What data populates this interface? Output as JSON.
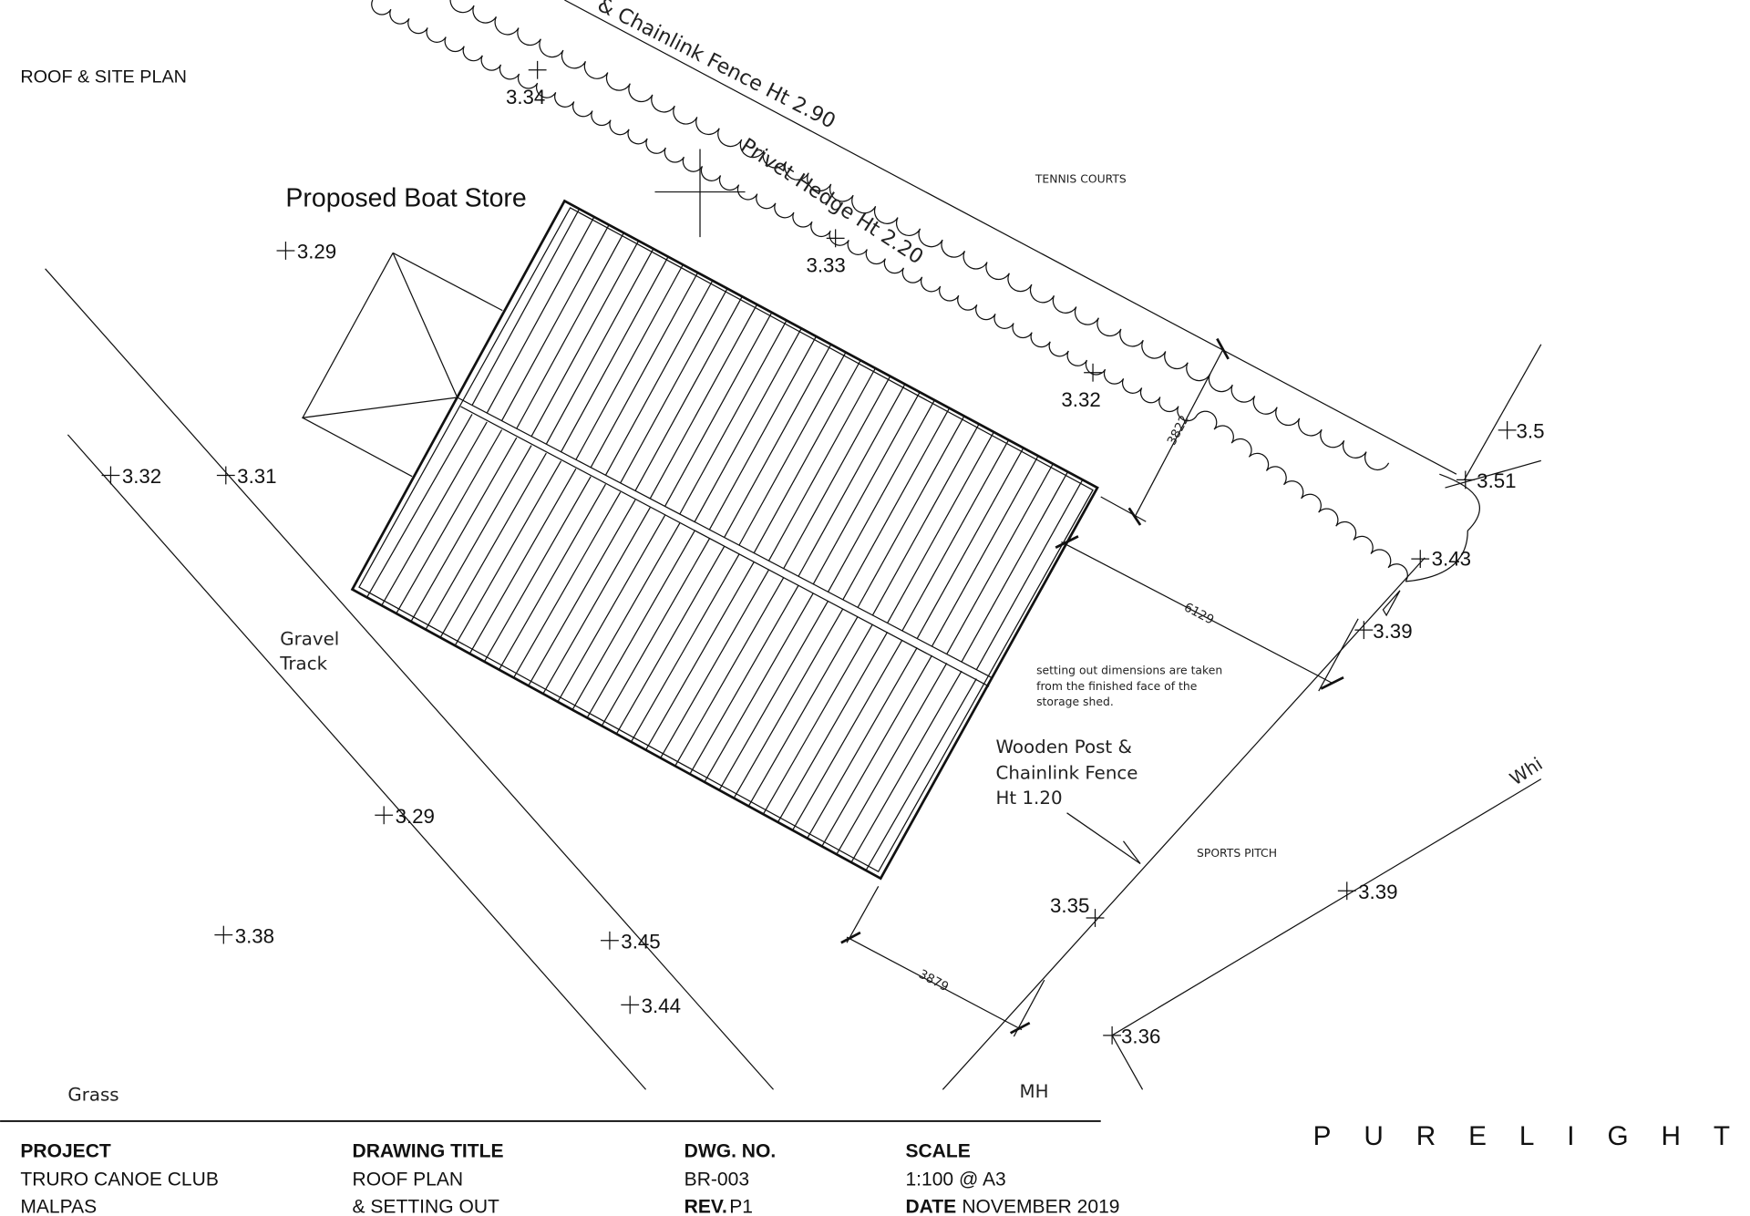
{
  "sheet_title": "ROOF & SITE PLAN",
  "labels": {
    "building": "Proposed Boat Store",
    "fence_top": "& Chainlink Fence Ht 2.90",
    "hedge": "Privet Hedge Ht 2.20",
    "tennis": "TENNIS COURTS",
    "gravel_1": "Gravel",
    "gravel_2": "Track",
    "note_1": "setting out dimensions are taken",
    "note_2": "from the finished face of the",
    "note_3": "storage shed.",
    "fence_low_1": "Wooden Post &",
    "fence_low_2": "Chainlink Fence",
    "fence_low_3": "Ht 1.20",
    "sports": "SPORTS PITCH",
    "whi": "Whi",
    "grass": "Grass",
    "mh": "MH"
  },
  "dimensions": [
    "3822",
    "6129",
    "3879"
  ],
  "levels": [
    "3.34",
    "3.29",
    "3.33",
    "3.32",
    "3.5",
    "3.51",
    "3.32",
    "3.31",
    "3.43",
    "3.39",
    "3.29",
    "3.39",
    "3.35",
    "3.38",
    "3.45",
    "3.44",
    "3.36"
  ],
  "title_block": {
    "project_h": "PROJECT",
    "project_1": "TRURO CANOE CLUB",
    "project_2": "MALPAS",
    "title_h": "DRAWING TITLE",
    "title_1": "ROOF PLAN",
    "title_2": "& SETTING OUT",
    "dwg_h": "DWG. NO.",
    "dwg_1": "BR-003",
    "rev_h": "REV.",
    "rev_v": "P1",
    "scale_h": "SCALE",
    "scale_v": "1:100 @ A3",
    "date_h": "DATE",
    "date_v": "NOVEMBER 2019",
    "brand": "PURELIGHT"
  }
}
